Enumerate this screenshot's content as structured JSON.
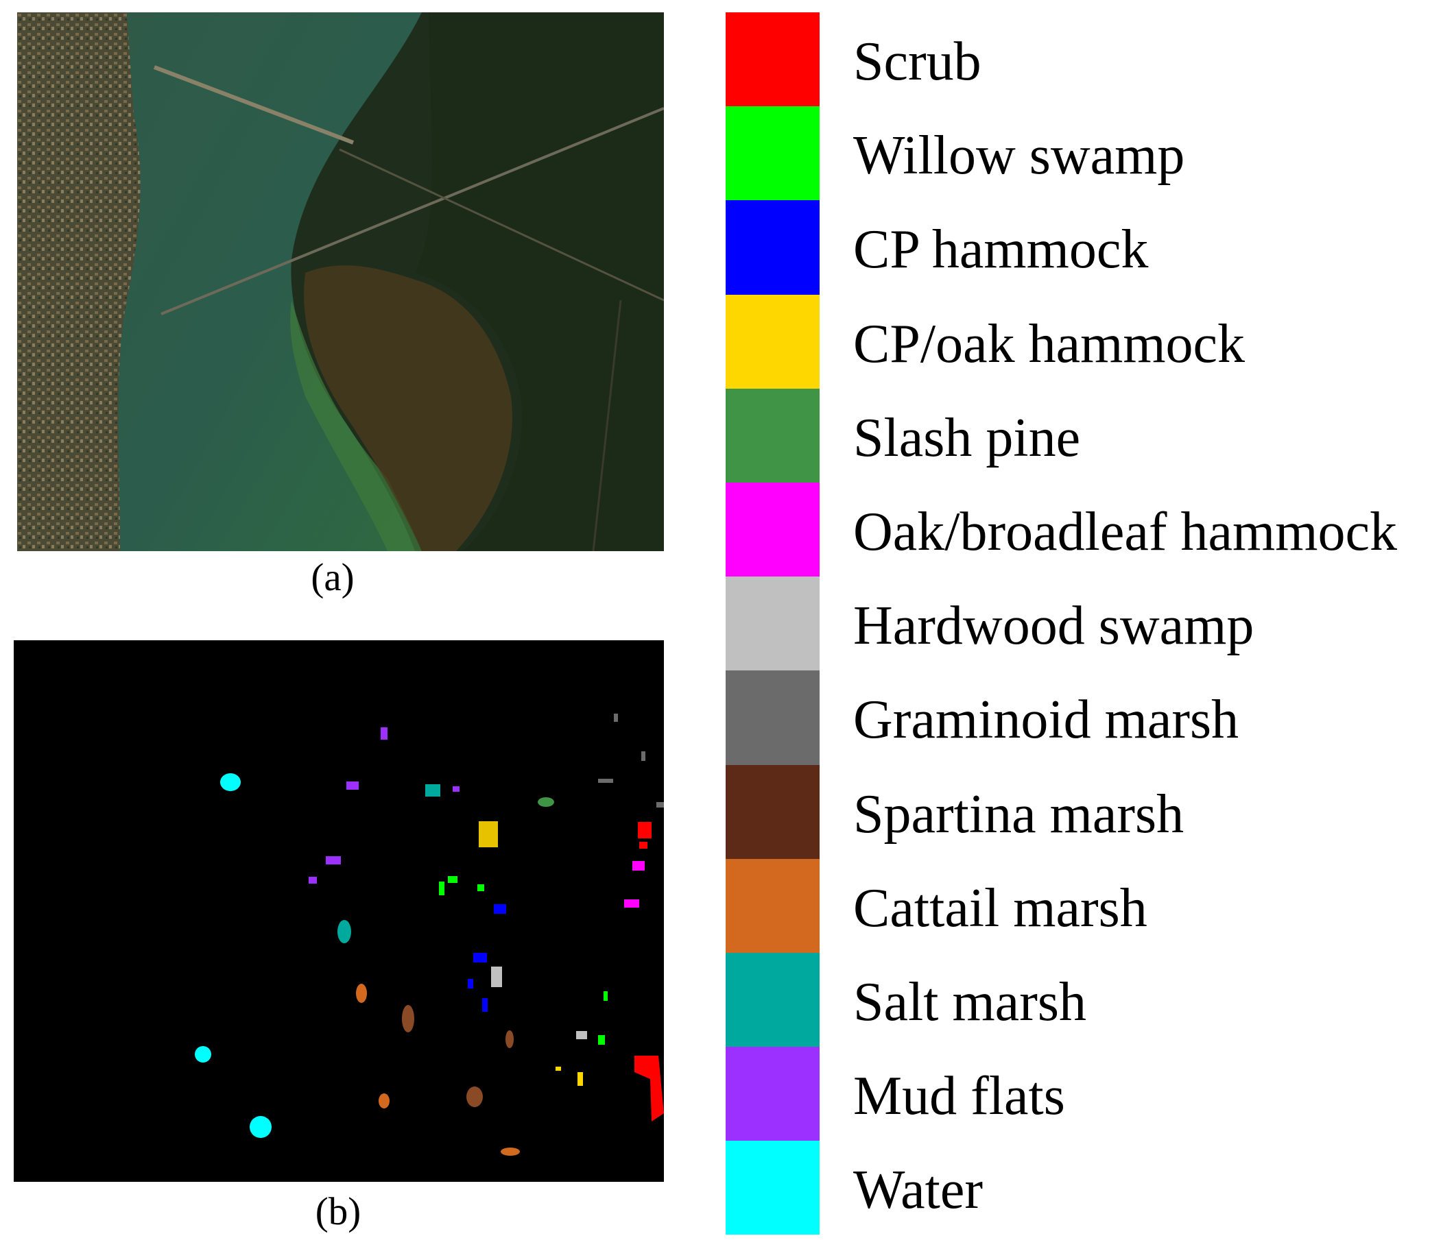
{
  "panels": {
    "a": {
      "caption": "(a)",
      "image": "satellite-true-color"
    },
    "b": {
      "caption": "(b)",
      "image": "ground-truth-class-map"
    }
  },
  "legend": [
    {
      "label": "Scrub",
      "color": "#ff0000"
    },
    {
      "label": "Willow swamp",
      "color": "#00ff00"
    },
    {
      "label": "CP hammock",
      "color": "#0000ff"
    },
    {
      "label": "CP/oak hammock",
      "color": "#ffd700"
    },
    {
      "label": "Slash pine",
      "color": "#3f9445"
    },
    {
      "label": "Oak/broadleaf hammock",
      "color": "#ff00ff"
    },
    {
      "label": "Hardwood swamp",
      "color": "#c0c0c0"
    },
    {
      "label": "Graminoid marsh",
      "color": "#6b6b6b"
    },
    {
      "label": "Spartina marsh",
      "color": "#5c2a16"
    },
    {
      "label": "Cattail marsh",
      "color": "#d2691e"
    },
    {
      "label": "Salt marsh",
      "color": "#00a99d"
    },
    {
      "label": "Mud flats",
      "color": "#9b30ff"
    },
    {
      "label": "Water",
      "color": "#00ffff"
    }
  ]
}
